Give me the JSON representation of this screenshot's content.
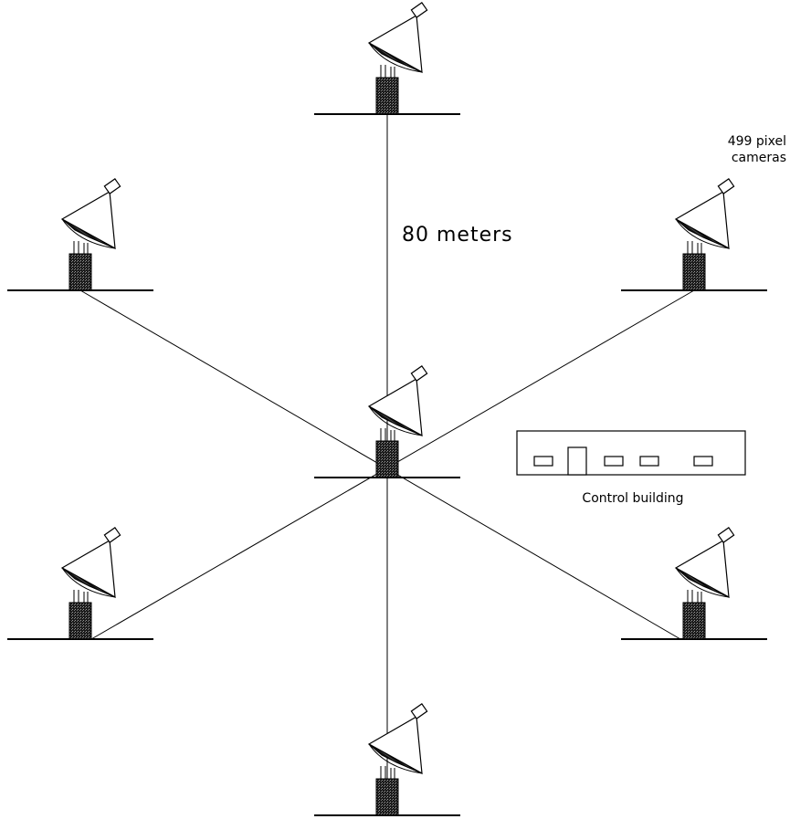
{
  "labels": {
    "distance": "80 meters",
    "camera_line1": "499 pixel",
    "camera_line2": "cameras",
    "building": "Control building"
  },
  "telescopes": [
    {
      "id": "north"
    },
    {
      "id": "north-west"
    },
    {
      "id": "north-east"
    },
    {
      "id": "center"
    },
    {
      "id": "south-west"
    },
    {
      "id": "south-east"
    },
    {
      "id": "south"
    }
  ],
  "colors": {
    "ink": "#000000",
    "background": "#ffffff"
  }
}
